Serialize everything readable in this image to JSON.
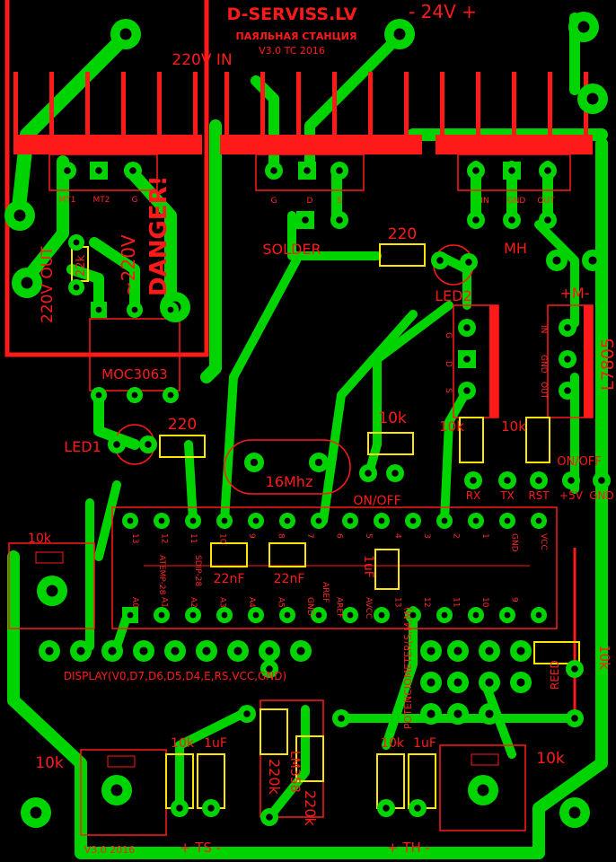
{
  "board": {
    "brand": "D-SERVISS.LV",
    "title": "ПАЯЛЬНАЯ СТАНЦИЯ",
    "version": "V3.0 TC  2016",
    "bottom_version": "V3.0    2016"
  },
  "labels": {
    "in_220": "220V IN",
    "out_220": "220V OUT",
    "danger": "DANGER!",
    "v220": "~220V",
    "res_22k": "22k",
    "moc": "MOC3063",
    "led1": "LED1",
    "led2": "LED2",
    "r220a": "220",
    "r220b": "220",
    "crystal": "16Mhz",
    "onoff": "ON/OFF",
    "onoff2": "ON/OFF",
    "r10k_a": "10k",
    "r10k_b": "10k",
    "r10k_c": "10k",
    "r10k_d": "10k",
    "l7805": "L7805",
    "solder": "SOLDER",
    "mh": "MH",
    "plus_minus": "+M-",
    "v24": "- 24V +",
    "display": "DISPLAY(V0,D7,D6,D5,D4,E,RS,VCC,GND)",
    "potentiometer": "POTENCIOMETER(S,M,M)",
    "reed": "REED",
    "c22nf_a": "22nF",
    "c22nf_b": "22nF",
    "c1uf": "1uF",
    "pot_10k_left": "10k",
    "pot_10k_left_top": "10k",
    "pot_10k_right": "10k",
    "ts": "+ TS -",
    "th": "+ TH -",
    "c1uf_ts": "1uF",
    "r10k_ts": "10k",
    "c1uf_th": "1uF",
    "r10k_th": "10k",
    "r220k_a": "220k",
    "r220k_b": "220k",
    "lm358": "LM358",
    "serial": [
      "RX",
      "TX",
      "RST",
      "+5V",
      "GND"
    ],
    "triac_pins": [
      "MT1",
      "MT2",
      "G"
    ],
    "mosfet_pins": [
      "G",
      "D",
      "S"
    ],
    "reg_pins": [
      "IN",
      "GND",
      "OUT"
    ],
    "mid_pins": [
      "G",
      "D",
      "S"
    ],
    "l7805_pins": [
      "IN",
      "GND",
      "OUT"
    ],
    "mcu_top": [
      "13",
      "12",
      "11",
      "10",
      "9",
      "8",
      "7",
      "6",
      "5",
      "4",
      "3",
      "2",
      "1",
      "GND",
      "VCC"
    ],
    "mcu_mid": [
      "ATEMP-28",
      "SDIP-28",
      "AREF"
    ],
    "mcu_bot": [
      "A0",
      "A1",
      "A2",
      "A3",
      "A4",
      "A5",
      "GND",
      "AREF",
      "AVCC",
      "13",
      "12",
      "11",
      "10",
      "9"
    ]
  },
  "colors": {
    "copper": "#00d400",
    "silk": "#ff1a1a",
    "outline": "#ffe600",
    "background": "#000000"
  }
}
